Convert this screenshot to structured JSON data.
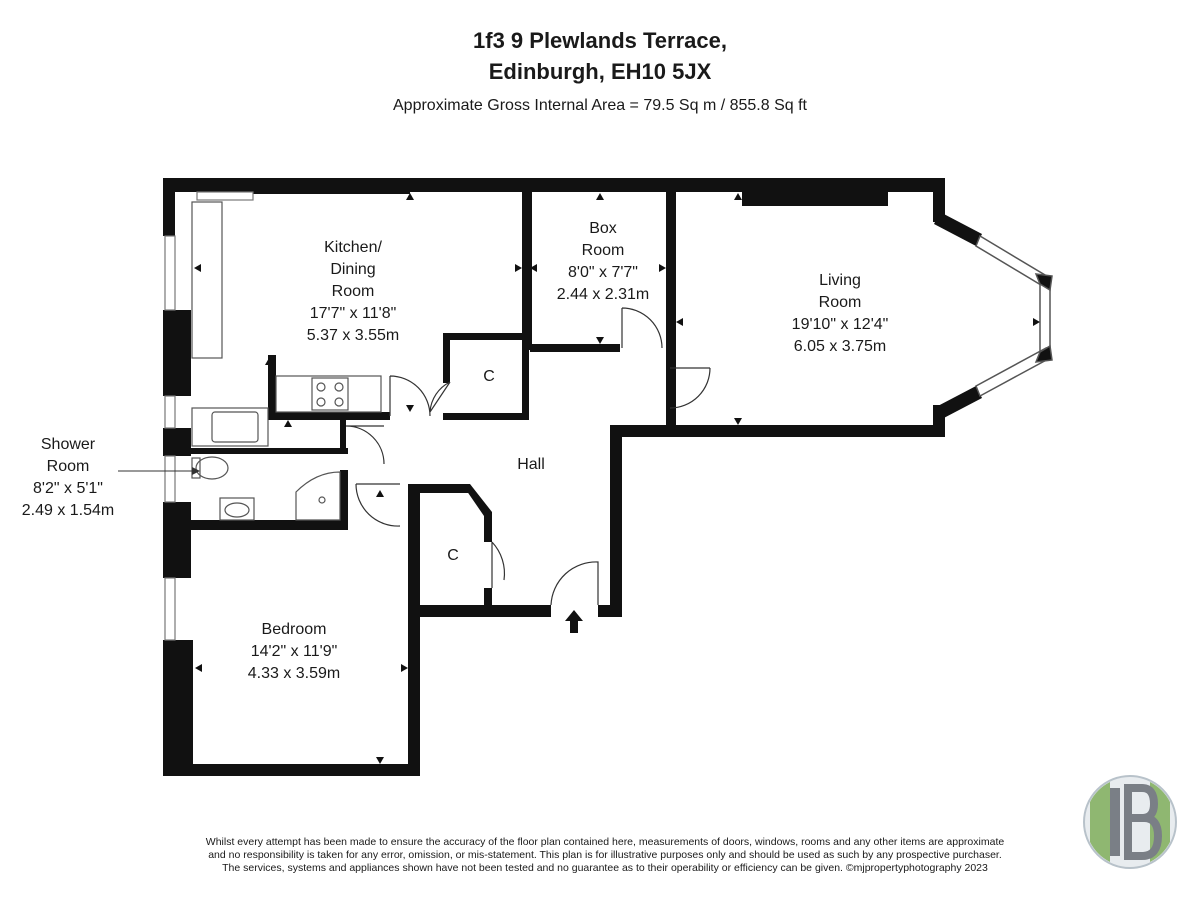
{
  "header": {
    "line1": "1f3 9 Plewlands Terrace,",
    "line2": "Edinburgh, EH10 5JX",
    "area": "Approximate Gross Internal Area = 79.5 Sq m / 855.8 Sq ft"
  },
  "rooms": {
    "kitchen": {
      "name1": "Kitchen/",
      "name2": "Dining",
      "name3": "Room",
      "imperial": "17'7\" x 11'8\"",
      "metric": "5.37 x 3.55m"
    },
    "box_room": {
      "name1": "Box",
      "name2": "Room",
      "imperial": "8'0\" x 7'7\"",
      "metric": "2.44 x 2.31m"
    },
    "living_room": {
      "name1": "Living",
      "name2": "Room",
      "imperial": "19'10\" x 12'4\"",
      "metric": "6.05 x 3.75m"
    },
    "shower_room": {
      "name1": "Shower",
      "name2": "Room",
      "imperial": "8'2\" x 5'1\"",
      "metric": "2.49 x 1.54m"
    },
    "bedroom": {
      "name": "Bedroom",
      "imperial": "14'2\" x 11'9\"",
      "metric": "4.33 x 3.59m"
    },
    "hall": {
      "name": "Hall"
    },
    "cupboard_1": {
      "name": "C"
    },
    "cupboard_2": {
      "name": "C"
    }
  },
  "disclaimer": {
    "line1": "Whilst every attempt has been made to ensure the accuracy of the floor plan contained here, measurements of doors, windows, rooms and any other items are approximate",
    "line2": "and no responsibility is taken for any error, omission, or mis-statement. This plan is for illustrative purposes only and should be used as such by any prospective purchaser.",
    "line3": "The services, systems and appliances shown have not been tested and no guarantee as to their operability or efficiency can be given. ©mjpropertyphotography 2023"
  },
  "colors": {
    "wall": "#111111",
    "text": "#1a1a1a",
    "logo_green": "#7fae5a",
    "logo_grey": "#7a7f86"
  },
  "icons": {
    "entrance": "entrance-arrow-icon",
    "logo": "company-logo"
  }
}
